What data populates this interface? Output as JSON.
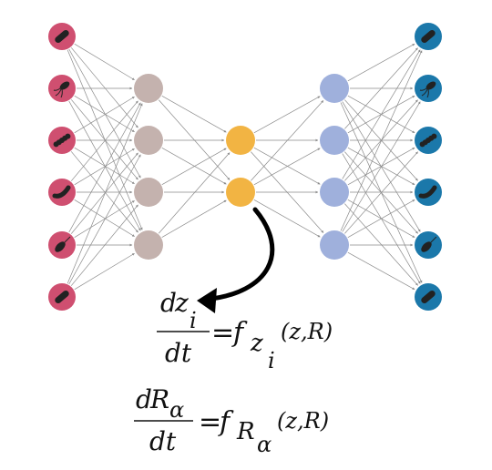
{
  "colors": {
    "input": "#cf4f70",
    "encoder_hidden": "#c4b2ae",
    "latent": "#f2b443",
    "decoder_hidden": "#9fb0dc",
    "output": "#1b78aa",
    "edge": "#8a8a8a",
    "arrow": "#000000",
    "bacterium": "#222222"
  },
  "network": {
    "layers": [
      {
        "role": "input",
        "nodes": 6,
        "icons": [
          "bacterium-rod-icon",
          "bacterium-flagellated-icon",
          "bacterium-chain-icon",
          "bacterium-curved-icon",
          "bacterium-tailed-icon",
          "bacterium-rod-icon"
        ]
      },
      {
        "role": "encoder_hidden",
        "nodes": 4
      },
      {
        "role": "latent",
        "nodes": 2
      },
      {
        "role": "decoder_hidden",
        "nodes": 4
      },
      {
        "role": "output",
        "nodes": 6,
        "icons": [
          "bacterium-rod-icon",
          "bacterium-flagellated-icon",
          "bacterium-chain-icon",
          "bacterium-curved-icon",
          "bacterium-tailed-icon",
          "bacterium-rod-icon"
        ]
      }
    ]
  },
  "equations": {
    "eq1": {
      "numerator_d": "d",
      "numerator_var": "z",
      "numerator_sub": "i",
      "denominator": "dt",
      "equals": "=",
      "func": "f",
      "func_sub": "z",
      "func_subsub": "i",
      "args": "(z,R)"
    },
    "eq2": {
      "numerator_d": "d",
      "numerator_var": "R",
      "numerator_sub": "α",
      "denominator": "dt",
      "equals": "=",
      "func": "f",
      "func_sub": "R",
      "func_subsub": "α",
      "args": "(z,R)"
    }
  }
}
